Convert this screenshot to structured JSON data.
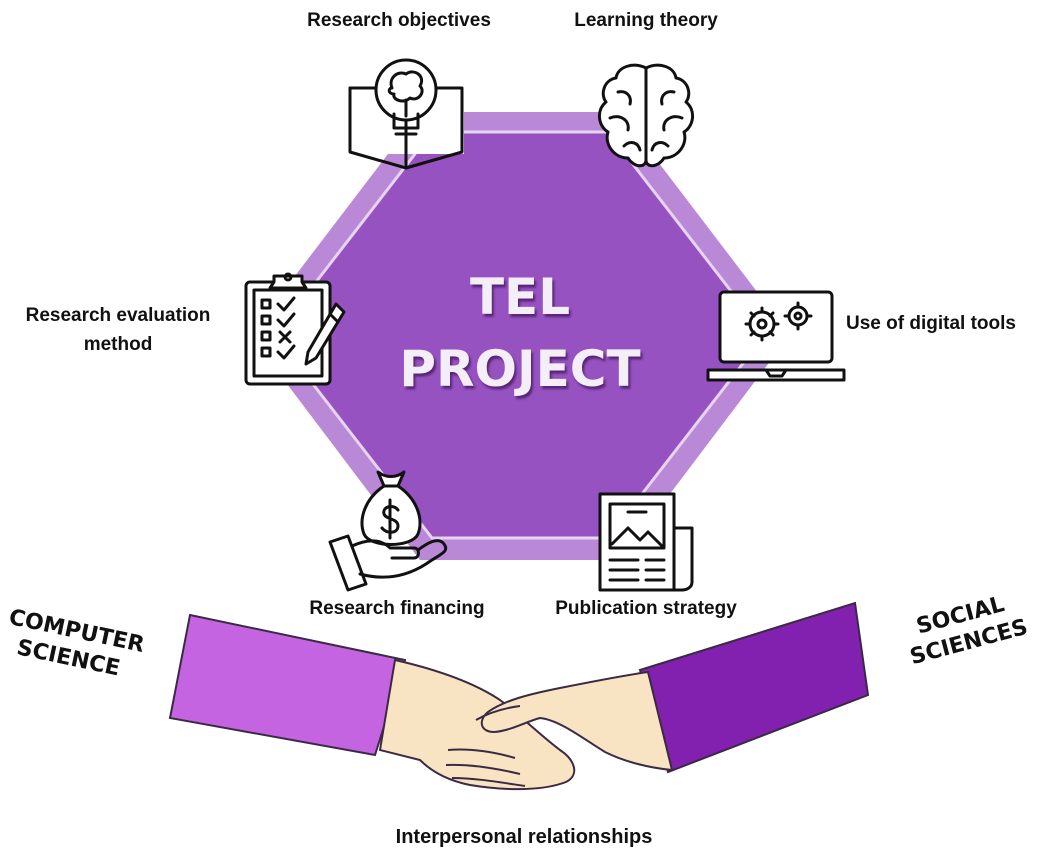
{
  "title": {
    "line1": "TEL",
    "line2": "PROJECT"
  },
  "nodes": {
    "research_objectives": {
      "label": "Research objectives",
      "icon": "book-lightbulb-brain-icon"
    },
    "learning_theory": {
      "label": "Learning theory",
      "icon": "brain-icon"
    },
    "use_of_digital_tools": {
      "label": "Use of digital tools",
      "icon": "laptop-gears-icon"
    },
    "publication_strategy": {
      "label": "Publication strategy",
      "icon": "newspaper-icon"
    },
    "research_financing": {
      "label": "Research financing",
      "icon": "hand-money-bag-icon"
    },
    "research_evaluation_method": {
      "line1": "Research evaluation",
      "line2": "method",
      "icon": "clipboard-checklist-icon"
    }
  },
  "sides": {
    "left": {
      "line1": "COMPUTER",
      "line2": "SCIENCE"
    },
    "right": {
      "line1": "SOCIAL",
      "line2": "SCIENCES"
    }
  },
  "bottom_label": "Interpersonal relationships",
  "colors": {
    "hexagon_outer": "#b988d6",
    "hexagon_inner": "#9652c0",
    "hexagon_border": "#e6d4f0",
    "left_sleeve": "#c464e0",
    "right_sleeve": "#8220b0",
    "skin": "#f8e3c2"
  }
}
